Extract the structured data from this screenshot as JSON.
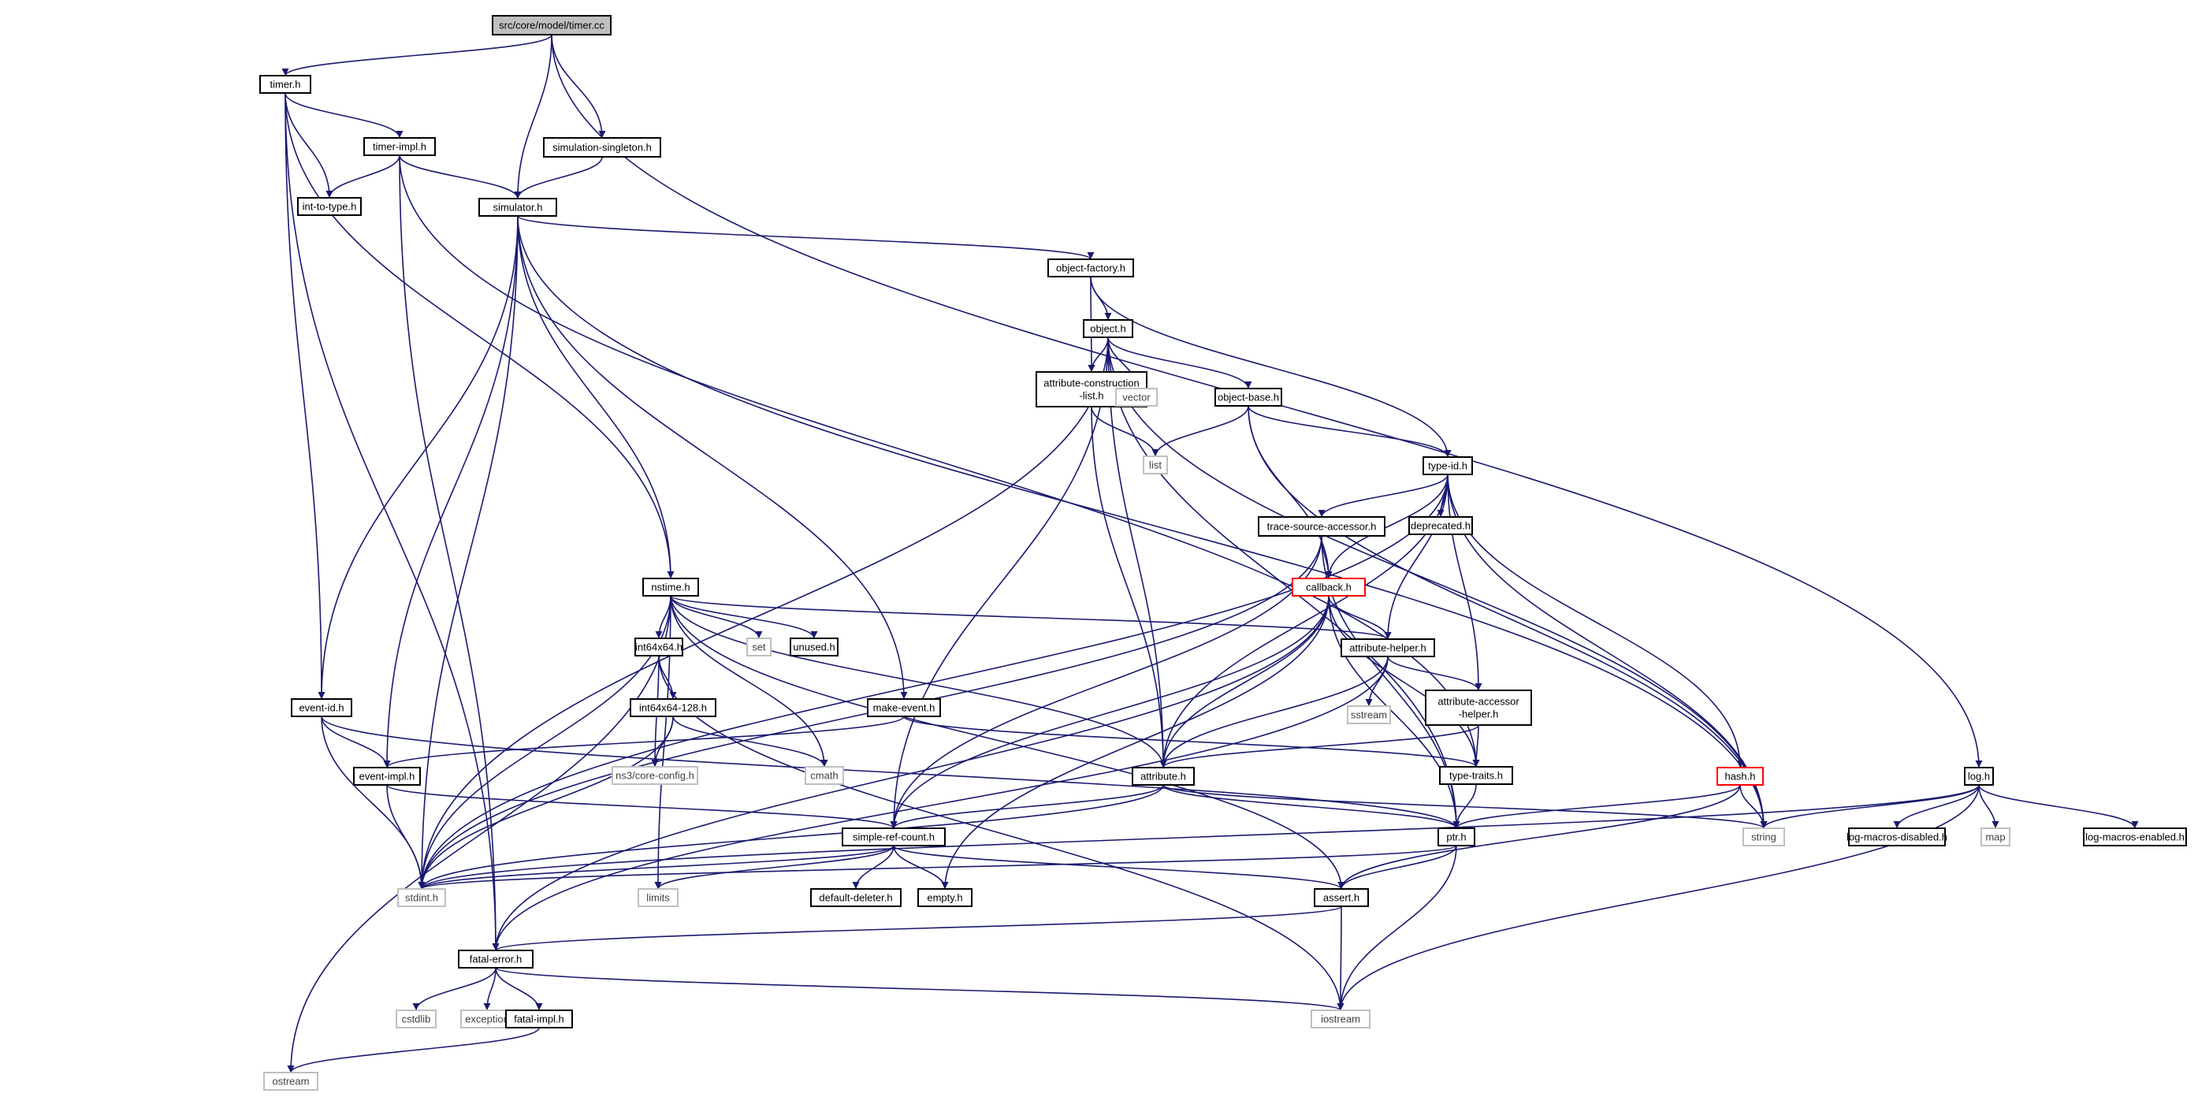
{
  "diagram": {
    "title": "",
    "nodes": [
      {
        "id": "timer_cc",
        "label": "src/core/model/timer.cc",
        "style": "root"
      },
      {
        "id": "timer_h",
        "label": "timer.h",
        "style": "normal"
      },
      {
        "id": "sim_singleton",
        "label": "simulation-singleton.h",
        "style": "normal"
      },
      {
        "id": "timer_impl",
        "label": "timer-impl.h",
        "style": "normal"
      },
      {
        "id": "int_to_type",
        "label": "int-to-type.h",
        "style": "normal"
      },
      {
        "id": "simulator",
        "label": "simulator.h",
        "style": "normal"
      },
      {
        "id": "object_factory",
        "label": "object-factory.h",
        "style": "normal"
      },
      {
        "id": "object",
        "label": "object.h",
        "style": "normal"
      },
      {
        "id": "attr_constr",
        "label": "attribute-construction\n-list.h",
        "style": "normal"
      },
      {
        "id": "vector",
        "label": "vector",
        "style": "external"
      },
      {
        "id": "object_base",
        "label": "object-base.h",
        "style": "normal"
      },
      {
        "id": "list",
        "label": "list",
        "style": "external"
      },
      {
        "id": "type_id",
        "label": "type-id.h",
        "style": "normal"
      },
      {
        "id": "trace_src",
        "label": "trace-source-accessor.h",
        "style": "normal"
      },
      {
        "id": "deprecated",
        "label": "deprecated.h",
        "style": "normal"
      },
      {
        "id": "callback",
        "label": "callback.h",
        "style": "truncated"
      },
      {
        "id": "nstime",
        "label": "nstime.h",
        "style": "normal"
      },
      {
        "id": "int64x64",
        "label": "int64x64.h",
        "style": "normal"
      },
      {
        "id": "set",
        "label": "set",
        "style": "external"
      },
      {
        "id": "unused",
        "label": "unused.h",
        "style": "normal"
      },
      {
        "id": "attr_helper",
        "label": "attribute-helper.h",
        "style": "normal"
      },
      {
        "id": "sstream",
        "label": "sstream",
        "style": "external"
      },
      {
        "id": "attr_acc_helper",
        "label": "attribute-accessor\n-helper.h",
        "style": "normal"
      },
      {
        "id": "int64x64_128",
        "label": "int64x64-128.h",
        "style": "normal"
      },
      {
        "id": "event_id",
        "label": "event-id.h",
        "style": "normal"
      },
      {
        "id": "make_event",
        "label": "make-event.h",
        "style": "normal"
      },
      {
        "id": "ns3_config",
        "label": "ns3/core-config.h",
        "style": "external"
      },
      {
        "id": "cmath",
        "label": "cmath",
        "style": "external"
      },
      {
        "id": "type_traits",
        "label": "type-traits.h",
        "style": "normal"
      },
      {
        "id": "event_impl",
        "label": "event-impl.h",
        "style": "normal"
      },
      {
        "id": "attribute",
        "label": "attribute.h",
        "style": "normal"
      },
      {
        "id": "hash",
        "label": "hash.h",
        "style": "truncated"
      },
      {
        "id": "log",
        "label": "log.h",
        "style": "normal"
      },
      {
        "id": "simple_ref",
        "label": "simple-ref-count.h",
        "style": "normal"
      },
      {
        "id": "ptr",
        "label": "ptr.h",
        "style": "normal"
      },
      {
        "id": "string",
        "label": "string",
        "style": "external"
      },
      {
        "id": "log_dis",
        "label": "log-macros-disabled.h",
        "style": "normal"
      },
      {
        "id": "map",
        "label": "map",
        "style": "external"
      },
      {
        "id": "log_en",
        "label": "log-macros-enabled.h",
        "style": "normal"
      },
      {
        "id": "stdint",
        "label": "stdint.h",
        "style": "external"
      },
      {
        "id": "limits",
        "label": "limits",
        "style": "external"
      },
      {
        "id": "default_deleter",
        "label": "default-deleter.h",
        "style": "normal"
      },
      {
        "id": "empty",
        "label": "empty.h",
        "style": "normal"
      },
      {
        "id": "assert",
        "label": "assert.h",
        "style": "normal"
      },
      {
        "id": "fatal_error",
        "label": "fatal-error.h",
        "style": "normal"
      },
      {
        "id": "cstdlib",
        "label": "cstdlib",
        "style": "external"
      },
      {
        "id": "exception",
        "label": "exception",
        "style": "external"
      },
      {
        "id": "fatal_impl",
        "label": "fatal-impl.h",
        "style": "normal"
      },
      {
        "id": "iostream",
        "label": "iostream",
        "style": "external"
      },
      {
        "id": "ostream",
        "label": "ostream",
        "style": "external"
      }
    ],
    "edges": [
      [
        "timer_cc",
        "timer_h"
      ],
      [
        "timer_cc",
        "simulator"
      ],
      [
        "timer_cc",
        "sim_singleton"
      ],
      [
        "timer_cc",
        "log"
      ],
      [
        "timer_h",
        "timer_impl"
      ],
      [
        "timer_h",
        "int_to_type"
      ],
      [
        "timer_h",
        "nstime"
      ],
      [
        "timer_h",
        "event_id"
      ],
      [
        "timer_h",
        "fatal_error"
      ],
      [
        "timer_impl",
        "int_to_type"
      ],
      [
        "timer_impl",
        "simulator"
      ],
      [
        "timer_impl",
        "type_traits"
      ],
      [
        "timer_impl",
        "fatal_error"
      ],
      [
        "sim_singleton",
        "simulator"
      ],
      [
        "simulator",
        "object_factory"
      ],
      [
        "simulator",
        "nstime"
      ],
      [
        "simulator",
        "event_id"
      ],
      [
        "simulator",
        "event_impl"
      ],
      [
        "simulator",
        "make_event"
      ],
      [
        "simulator",
        "stdint"
      ],
      [
        "simulator",
        "string"
      ],
      [
        "object_factory",
        "object"
      ],
      [
        "object_factory",
        "attr_constr"
      ],
      [
        "object_factory",
        "type_id"
      ],
      [
        "object",
        "attr_constr"
      ],
      [
        "object",
        "vector"
      ],
      [
        "object",
        "object_base"
      ],
      [
        "object",
        "attribute"
      ],
      [
        "object",
        "ptr"
      ],
      [
        "object",
        "simple_ref"
      ],
      [
        "object",
        "string"
      ],
      [
        "object",
        "stdint"
      ],
      [
        "attr_constr",
        "list"
      ],
      [
        "attr_constr",
        "attribute"
      ],
      [
        "object_base",
        "list"
      ],
      [
        "object_base",
        "type_id"
      ],
      [
        "object_base",
        "callback"
      ],
      [
        "object_base",
        "string"
      ],
      [
        "type_id",
        "trace_src"
      ],
      [
        "type_id",
        "deprecated"
      ],
      [
        "type_id",
        "callback"
      ],
      [
        "type_id",
        "attr_helper"
      ],
      [
        "type_id",
        "attr_acc_helper"
      ],
      [
        "type_id",
        "attribute"
      ],
      [
        "type_id",
        "hash"
      ],
      [
        "type_id",
        "string"
      ],
      [
        "type_id",
        "stdint"
      ],
      [
        "trace_src",
        "callback"
      ],
      [
        "trace_src",
        "simple_ref"
      ],
      [
        "trace_src",
        "ptr"
      ],
      [
        "trace_src",
        "stdint"
      ],
      [
        "callback",
        "attr_helper"
      ],
      [
        "callback",
        "attribute"
      ],
      [
        "callback",
        "ptr"
      ],
      [
        "callback",
        "simple_ref"
      ],
      [
        "callback",
        "fatal_error"
      ],
      [
        "callback",
        "empty"
      ],
      [
        "callback",
        "type_traits"
      ],
      [
        "nstime",
        "int64x64"
      ],
      [
        "nstime",
        "set"
      ],
      [
        "nstime",
        "unused"
      ],
      [
        "nstime",
        "attr_helper"
      ],
      [
        "nstime",
        "attribute"
      ],
      [
        "nstime",
        "cmath"
      ],
      [
        "nstime",
        "limits"
      ],
      [
        "nstime",
        "assert"
      ],
      [
        "nstime",
        "stdint"
      ],
      [
        "nstime",
        "ostream"
      ],
      [
        "int64x64",
        "int64x64_128"
      ],
      [
        "int64x64",
        "ns3_config"
      ],
      [
        "int64x64",
        "iostream"
      ],
      [
        "int64x64_128",
        "ns3_config"
      ],
      [
        "int64x64_128",
        "cmath"
      ],
      [
        "int64x64_128",
        "stdint"
      ],
      [
        "attr_helper",
        "sstream"
      ],
      [
        "attr_helper",
        "attr_acc_helper"
      ],
      [
        "attr_helper",
        "attribute"
      ],
      [
        "attr_helper",
        "fatal_error"
      ],
      [
        "attr_acc_helper",
        "type_traits"
      ],
      [
        "attr_acc_helper",
        "attribute"
      ],
      [
        "event_id",
        "event_impl"
      ],
      [
        "event_id",
        "ptr"
      ],
      [
        "event_id",
        "stdint"
      ],
      [
        "make_event",
        "event_impl"
      ],
      [
        "make_event",
        "type_traits"
      ],
      [
        "type_traits",
        "ptr"
      ],
      [
        "event_impl",
        "simple_ref"
      ],
      [
        "event_impl",
        "stdint"
      ],
      [
        "attribute",
        "simple_ref"
      ],
      [
        "attribute",
        "ptr"
      ],
      [
        "attribute",
        "string"
      ],
      [
        "attribute",
        "stdint"
      ],
      [
        "hash",
        "ptr"
      ],
      [
        "hash",
        "assert"
      ],
      [
        "hash",
        "string"
      ],
      [
        "log",
        "string"
      ],
      [
        "log",
        "log_dis"
      ],
      [
        "log",
        "map"
      ],
      [
        "log",
        "log_en"
      ],
      [
        "log",
        "iostream"
      ],
      [
        "log",
        "stdint"
      ],
      [
        "simple_ref",
        "default_deleter"
      ],
      [
        "simple_ref",
        "empty"
      ],
      [
        "simple_ref",
        "assert"
      ],
      [
        "simple_ref",
        "limits"
      ],
      [
        "simple_ref",
        "stdint"
      ],
      [
        "ptr",
        "assert"
      ],
      [
        "ptr",
        "iostream"
      ],
      [
        "ptr",
        "stdint"
      ],
      [
        "assert",
        "fatal_error"
      ],
      [
        "assert",
        "iostream"
      ],
      [
        "fatal_error",
        "cstdlib"
      ],
      [
        "fatal_error",
        "exception"
      ],
      [
        "fatal_error",
        "fatal_impl"
      ],
      [
        "fatal_error",
        "iostream"
      ],
      [
        "fatal_impl",
        "ostream"
      ]
    ]
  },
  "colors": {
    "edge": "#191970",
    "node_border": "#000000",
    "root_fill": "#bfbfbf",
    "external_border": "#bfbfbf",
    "external_text": "#3f3f3f",
    "truncated_border": "#ff0000",
    "text": "#000000"
  }
}
